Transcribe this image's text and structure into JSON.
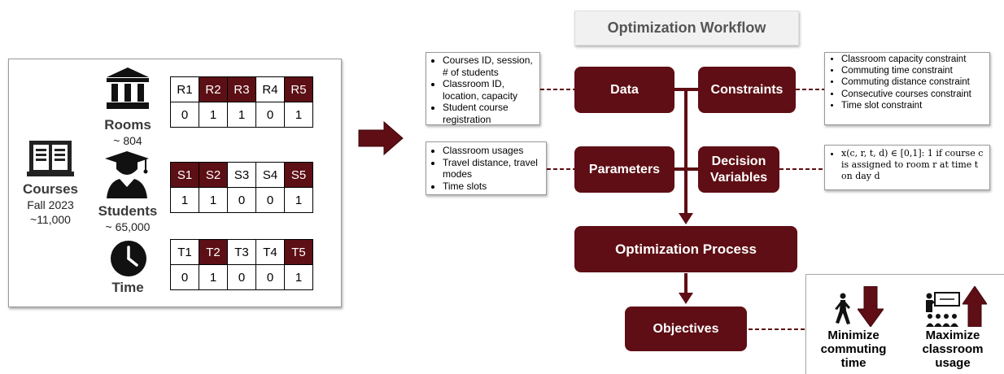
{
  "workflow_title": "Optimization Workflow",
  "inputs": {
    "courses": {
      "label": "Courses",
      "term": "Fall 2023",
      "count": "~11,000"
    },
    "rooms": {
      "label": "Rooms",
      "count": "~ 804",
      "headers": [
        "R1",
        "R2",
        "R3",
        "R4",
        "R5"
      ],
      "values": [
        "0",
        "1",
        "1",
        "0",
        "1"
      ],
      "selected": [
        false,
        true,
        true,
        false,
        true
      ]
    },
    "students": {
      "label": "Students",
      "count": "~ 65,000",
      "headers": [
        "S1",
        "S2",
        "S3",
        "S4",
        "S5"
      ],
      "values": [
        "1",
        "1",
        "0",
        "0",
        "1"
      ],
      "selected": [
        true,
        true,
        false,
        false,
        true
      ]
    },
    "time": {
      "label": "Time",
      "headers": [
        "T1",
        "T2",
        "T3",
        "T4",
        "T5"
      ],
      "values": [
        "0",
        "1",
        "0",
        "0",
        "1"
      ],
      "selected": [
        false,
        true,
        false,
        false,
        true
      ]
    }
  },
  "boxes": {
    "data": "Data",
    "constraints": "Constraints",
    "parameters": "Parameters",
    "decision_variables": "Decision Variables",
    "optimization_process": "Optimization Process",
    "objectives": "Objectives"
  },
  "notes": {
    "data": [
      "Courses ID, session, # of students",
      "Classroom ID, location, capacity",
      "Student course registration"
    ],
    "constraints": [
      "Classroom capacity constraint",
      "Commuting time constraint",
      "Commuting distance constraint",
      "Consecutive courses constraint",
      "Time slot constraint"
    ],
    "parameters": [
      "Classroom usages",
      "Travel distance, travel modes",
      "Time slots"
    ],
    "decision_variables": [
      "x(c, r, t, d) ∈ [0,1]: 1 if course c is assigned to room r at time t on day d"
    ]
  },
  "objectives": {
    "minimize": "Minimize commuting time",
    "maximize": "Maximize classroom usage"
  },
  "colors": {
    "accent": "#5e0e14",
    "cell_selected": "#5c0f15"
  }
}
